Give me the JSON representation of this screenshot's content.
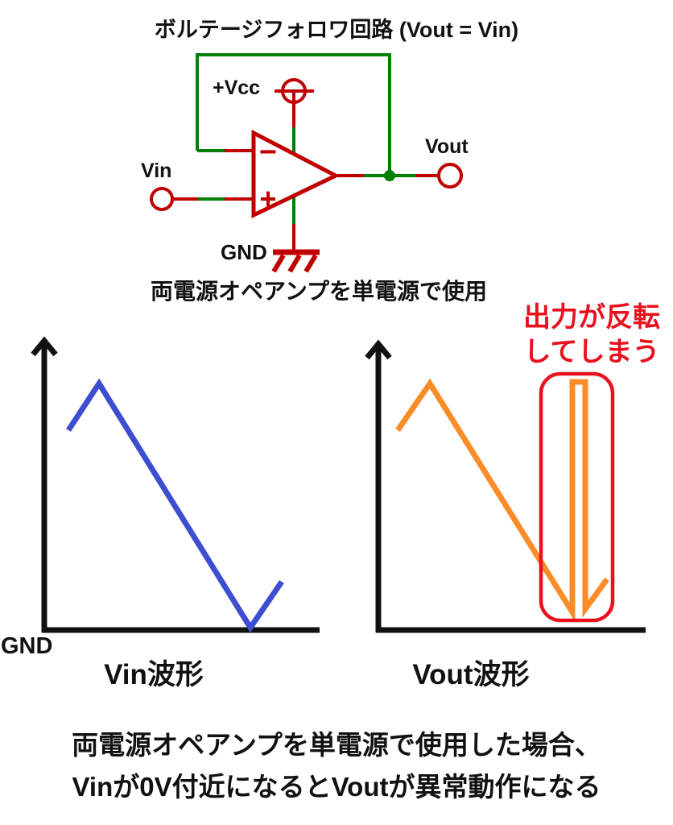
{
  "title": "ボルテージフォロワ回路 (Vout = Vin)",
  "colors": {
    "circuit_red": "#c00000",
    "circuit_green": "#007f00",
    "waveform_blue": "#3e4ed0",
    "waveform_orange": "#fb8c28",
    "alert_red": "#e8121f",
    "text_black": "#111111"
  },
  "circuit": {
    "vcc_label": "+Vcc",
    "vin_label": "Vin",
    "vout_label": "Vout",
    "gnd_label": "GND",
    "opamp_minus": "−",
    "opamp_plus": "+",
    "caption": "両電源オペアンプを単電源で使用"
  },
  "charts": {
    "vin": {
      "label": "Vin波形",
      "origin_label": "GND"
    },
    "vout": {
      "label": "Vout波形",
      "annotation_line1": "出力が反転",
      "annotation_line2": "してしまう"
    }
  },
  "footer": {
    "line1": "両電源オペアンプを単電源で使用した場合、",
    "line2": "Vinが0V付近になるとVoutが異常動作になる"
  }
}
